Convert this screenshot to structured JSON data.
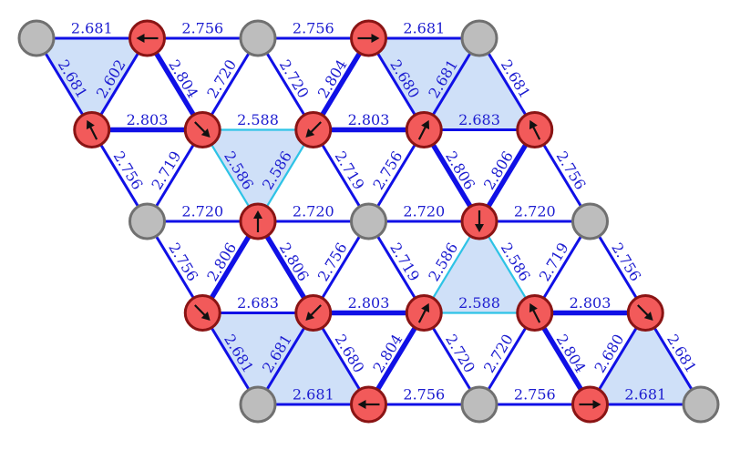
{
  "colors": {
    "bond": "#1010e6",
    "bond_short": "#2ec3e6",
    "triangle_fill": "#cfe0f8",
    "magnetic_fill": "#f25a5a",
    "magnetic_ring": "#8a1414",
    "nonmagnetic_fill": "#bdbdbd",
    "nonmagnetic_ring": "#707070",
    "label": "#1c1cd0"
  },
  "sites": [
    {
      "id": "a0",
      "type": "nonmagnetic"
    },
    {
      "id": "a1",
      "type": "magnetic",
      "spin": "left"
    },
    {
      "id": "a2",
      "type": "nonmagnetic"
    },
    {
      "id": "a3",
      "type": "magnetic",
      "spin": "right"
    },
    {
      "id": "a4",
      "type": "nonmagnetic"
    },
    {
      "id": "b0",
      "type": "magnetic",
      "spin": "up-left"
    },
    {
      "id": "b1",
      "type": "magnetic",
      "spin": "down-right"
    },
    {
      "id": "b2",
      "type": "magnetic",
      "spin": "down-left"
    },
    {
      "id": "b3",
      "type": "magnetic",
      "spin": "up-right"
    },
    {
      "id": "b4",
      "type": "magnetic",
      "spin": "up-left"
    },
    {
      "id": "c0",
      "type": "nonmagnetic"
    },
    {
      "id": "c1",
      "type": "magnetic",
      "spin": "up"
    },
    {
      "id": "c2",
      "type": "nonmagnetic"
    },
    {
      "id": "c3",
      "type": "magnetic",
      "spin": "down"
    },
    {
      "id": "c4",
      "type": "nonmagnetic"
    },
    {
      "id": "d0",
      "type": "magnetic",
      "spin": "down-right"
    },
    {
      "id": "d1",
      "type": "magnetic",
      "spin": "down-left"
    },
    {
      "id": "d2",
      "type": "magnetic",
      "spin": "up-right"
    },
    {
      "id": "d3",
      "type": "magnetic",
      "spin": "up-left"
    },
    {
      "id": "d4",
      "type": "magnetic",
      "spin": "down-right"
    },
    {
      "id": "e0",
      "type": "nonmagnetic"
    },
    {
      "id": "e1",
      "type": "magnetic",
      "spin": "left"
    },
    {
      "id": "e2",
      "type": "nonmagnetic"
    },
    {
      "id": "e3",
      "type": "magnetic",
      "spin": "right"
    },
    {
      "id": "e4",
      "type": "nonmagnetic"
    }
  ],
  "bonds": [
    {
      "a": "a0",
      "b": "a1",
      "label": "2.681",
      "w": "normal"
    },
    {
      "a": "a1",
      "b": "a2",
      "label": "2.756",
      "w": "normal"
    },
    {
      "a": "a2",
      "b": "a3",
      "label": "2.756",
      "w": "normal"
    },
    {
      "a": "a3",
      "b": "a4",
      "label": "2.681",
      "w": "normal"
    },
    {
      "a": "a0",
      "b": "b0",
      "label": "2.681",
      "w": "normal"
    },
    {
      "a": "a1",
      "b": "b0",
      "label": "2.602",
      "w": "normal"
    },
    {
      "a": "a1",
      "b": "b1",
      "label": "2.804",
      "w": "thick"
    },
    {
      "a": "a2",
      "b": "b1",
      "label": "2.720",
      "w": "normal"
    },
    {
      "a": "a2",
      "b": "b2",
      "label": "2.720",
      "w": "normal"
    },
    {
      "a": "a3",
      "b": "b2",
      "label": "2.804",
      "w": "thick"
    },
    {
      "a": "a3",
      "b": "b3",
      "label": "2.680",
      "w": "normal"
    },
    {
      "a": "a4",
      "b": "b3",
      "label": "2.681",
      "w": "normal"
    },
    {
      "a": "a4",
      "b": "b4",
      "label": "2.681",
      "w": "normal"
    },
    {
      "a": "b0",
      "b": "b1",
      "label": "2.803",
      "w": "thick"
    },
    {
      "a": "b1",
      "b": "b2",
      "label": "2.588",
      "w": "short"
    },
    {
      "a": "b2",
      "b": "b3",
      "label": "2.803",
      "w": "thick"
    },
    {
      "a": "b3",
      "b": "b4",
      "label": "2.683",
      "w": "normal"
    },
    {
      "a": "b0",
      "b": "c0",
      "label": "2.756",
      "w": "normal"
    },
    {
      "a": "b1",
      "b": "c0",
      "label": "2.719",
      "w": "normal"
    },
    {
      "a": "b1",
      "b": "c1",
      "label": "2.586",
      "w": "short"
    },
    {
      "a": "b2",
      "b": "c1",
      "label": "2.586",
      "w": "short"
    },
    {
      "a": "b2",
      "b": "c2",
      "label": "2.719",
      "w": "normal"
    },
    {
      "a": "b3",
      "b": "c2",
      "label": "2.756",
      "w": "normal"
    },
    {
      "a": "b3",
      "b": "c3",
      "label": "2.806",
      "w": "thick"
    },
    {
      "a": "b4",
      "b": "c3",
      "label": "2.806",
      "w": "thick"
    },
    {
      "a": "b4",
      "b": "c4",
      "label": "2.756",
      "w": "normal"
    },
    {
      "a": "c0",
      "b": "c1",
      "label": "2.720",
      "w": "normal"
    },
    {
      "a": "c1",
      "b": "c2",
      "label": "2.720",
      "w": "normal"
    },
    {
      "a": "c2",
      "b": "c3",
      "label": "2.720",
      "w": "normal"
    },
    {
      "a": "c3",
      "b": "c4",
      "label": "2.720",
      "w": "normal"
    },
    {
      "a": "c0",
      "b": "d0",
      "label": "2.756",
      "w": "normal"
    },
    {
      "a": "c1",
      "b": "d0",
      "label": "2.806",
      "w": "thick"
    },
    {
      "a": "c1",
      "b": "d1",
      "label": "2.806",
      "w": "thick"
    },
    {
      "a": "c2",
      "b": "d1",
      "label": "2.756",
      "w": "normal"
    },
    {
      "a": "c2",
      "b": "d2",
      "label": "2.719",
      "w": "normal"
    },
    {
      "a": "c3",
      "b": "d2",
      "label": "2.586",
      "w": "short"
    },
    {
      "a": "c3",
      "b": "d3",
      "label": "2.586",
      "w": "short"
    },
    {
      "a": "c4",
      "b": "d3",
      "label": "2.719",
      "w": "normal"
    },
    {
      "a": "c4",
      "b": "d4",
      "label": "2.756",
      "w": "normal"
    },
    {
      "a": "d0",
      "b": "d1",
      "label": "2.683",
      "w": "normal"
    },
    {
      "a": "d1",
      "b": "d2",
      "label": "2.803",
      "w": "thick"
    },
    {
      "a": "d2",
      "b": "d3",
      "label": "2.588",
      "w": "short"
    },
    {
      "a": "d3",
      "b": "d4",
      "label": "2.803",
      "w": "thick"
    },
    {
      "a": "d0",
      "b": "e0",
      "label": "2.681",
      "w": "normal"
    },
    {
      "a": "d1",
      "b": "e0",
      "label": "2.681",
      "w": "normal"
    },
    {
      "a": "d1",
      "b": "e1",
      "label": "2.680",
      "w": "normal"
    },
    {
      "a": "d2",
      "b": "e1",
      "label": "2.804",
      "w": "thick"
    },
    {
      "a": "d2",
      "b": "e2",
      "label": "2.720",
      "w": "normal"
    },
    {
      "a": "d3",
      "b": "e2",
      "label": "2.720",
      "w": "normal"
    },
    {
      "a": "d3",
      "b": "e3",
      "label": "2.804",
      "w": "thick"
    },
    {
      "a": "d4",
      "b": "e3",
      "label": "2.680",
      "w": "normal"
    },
    {
      "a": "d4",
      "b": "e4",
      "label": "2.681",
      "w": "normal"
    },
    {
      "a": "e0",
      "b": "e1",
      "label": "2.681",
      "w": "normal"
    },
    {
      "a": "e1",
      "b": "e2",
      "label": "2.756",
      "w": "normal"
    },
    {
      "a": "e2",
      "b": "e3",
      "label": "2.756",
      "w": "normal"
    },
    {
      "a": "e3",
      "b": "e4",
      "label": "2.681",
      "w": "normal"
    }
  ],
  "shaded_triangles": [
    {
      "sites": [
        "a0",
        "a1",
        "b0"
      ],
      "style": "light"
    },
    {
      "sites": [
        "a3",
        "a4",
        "b3"
      ],
      "style": "light"
    },
    {
      "sites": [
        "a4",
        "b3",
        "b4"
      ],
      "style": "light"
    },
    {
      "sites": [
        "b1",
        "b2",
        "c1"
      ],
      "style": "light"
    },
    {
      "sites": [
        "c3",
        "d2",
        "d3"
      ],
      "style": "light"
    },
    {
      "sites": [
        "d0",
        "d1",
        "e0"
      ],
      "style": "light"
    },
    {
      "sites": [
        "d1",
        "e0",
        "e1"
      ],
      "style": "light"
    },
    {
      "sites": [
        "d4",
        "e3",
        "e4"
      ],
      "style": "light"
    }
  ]
}
